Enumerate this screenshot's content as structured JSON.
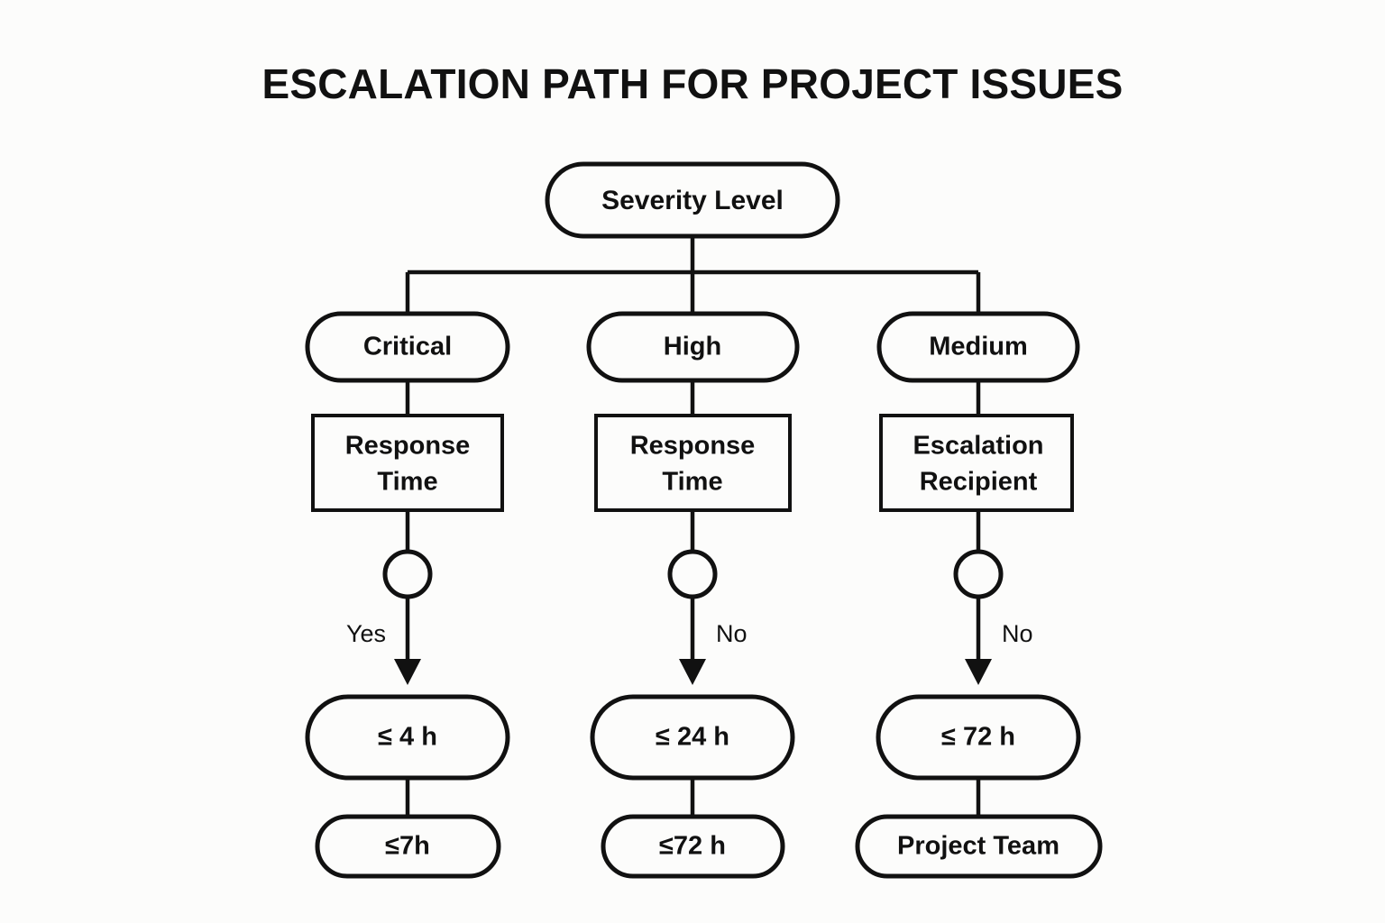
{
  "meta": {
    "background_color": "#fcfcfb",
    "line_color": "#111111",
    "text_color": "#111111"
  },
  "title": "ESCALATION PATH FOR PROJECT ISSUES",
  "chart_data": {
    "type": "diagram",
    "diagram_type": "flowchart",
    "title": "ESCALATION PATH FOR PROJECT ISSUES",
    "orientation": "top-down",
    "root": "Severity Level",
    "branches": [
      "Critical",
      "High",
      "Medium"
    ],
    "columns": [
      {
        "severity": "Critical",
        "criterion": "Response Time",
        "decision_label": "Yes",
        "result": "≤ 4 h",
        "follow_up": "≤7h"
      },
      {
        "severity": "High",
        "criterion": "Response Time",
        "decision_label": "No",
        "result": "≤ 24 h",
        "follow_up": "≤72 h"
      },
      {
        "severity": "Medium",
        "criterion": "Escalation Recipient",
        "decision_label": "No",
        "result": "≤ 72 h",
        "follow_up": "Project Team"
      }
    ]
  },
  "nodes": {
    "root": {
      "label": "Severity Level"
    },
    "severity": [
      {
        "label": "Critical"
      },
      {
        "label": "High"
      },
      {
        "label": "Medium"
      }
    ],
    "criteria": [
      {
        "line1": "Response",
        "line2": "Time"
      },
      {
        "line1": "Response",
        "line2": "Time"
      },
      {
        "line1": "Escalation",
        "line2": "Recipient"
      }
    ],
    "decision_labels": [
      {
        "label": "Yes"
      },
      {
        "label": "No"
      },
      {
        "label": "No"
      }
    ],
    "results": [
      {
        "label": "≤ 4 h"
      },
      {
        "label": "≤ 24 h"
      },
      {
        "label": "≤ 72 h"
      }
    ],
    "follow_ups": [
      {
        "label": "≤7h"
      },
      {
        "label": "≤72 h"
      },
      {
        "label": "Project Team"
      }
    ]
  }
}
